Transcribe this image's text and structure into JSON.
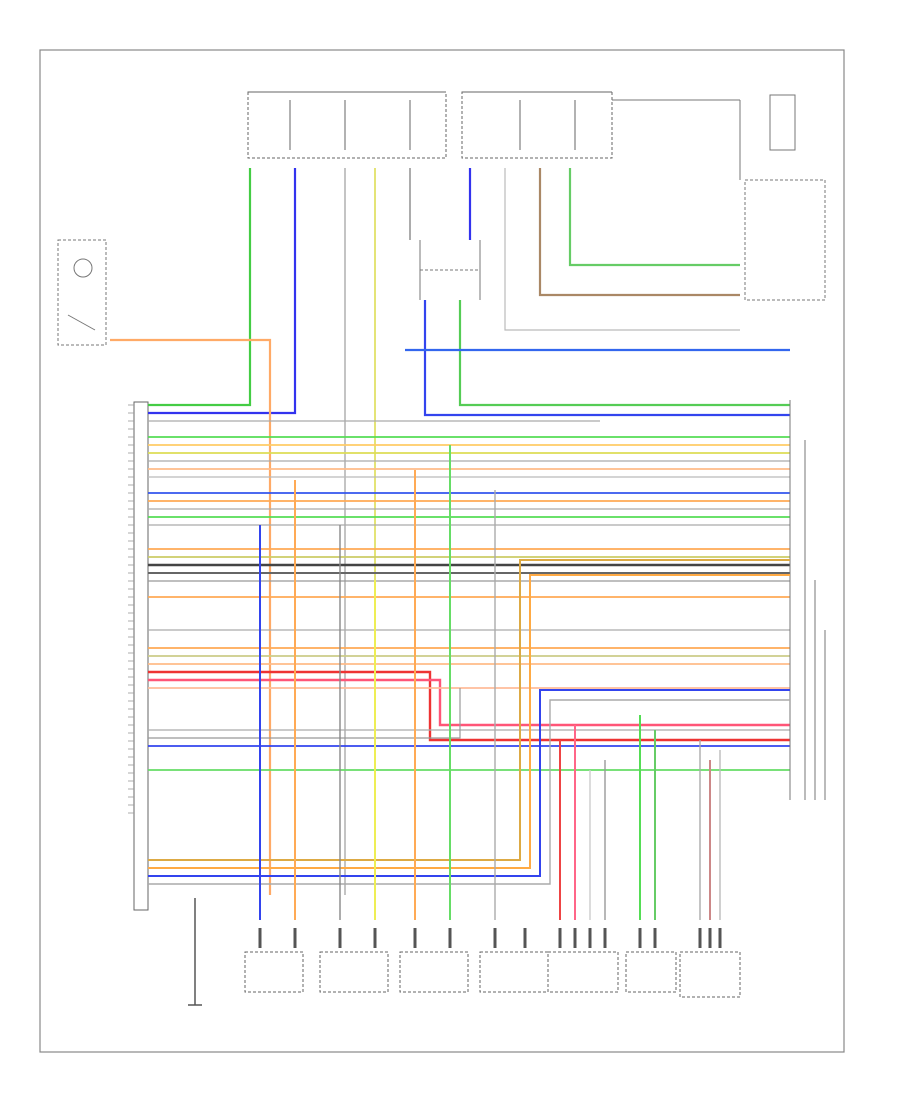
{
  "footer_code": "",
  "ecu_pins": [
    "",
    "",
    "",
    "",
    "",
    "",
    "",
    "",
    "",
    "",
    "",
    "",
    "",
    "",
    "",
    "",
    "",
    "",
    "",
    "",
    "",
    "",
    "",
    "",
    "",
    "",
    "",
    "",
    "",
    "",
    "",
    "",
    "",
    "",
    "",
    "",
    "",
    "",
    "",
    "",
    "",
    "",
    "",
    "",
    "",
    "",
    "",
    "",
    "",
    "",
    "",
    ""
  ],
  "wires": [
    {
      "name": "wire-green-top",
      "color": "#44cc44"
    },
    {
      "name": "wire-blue-top",
      "color": "#3333ee"
    },
    {
      "name": "wire-gray-1",
      "color": "#aaaaaa"
    },
    {
      "name": "wire-green-2",
      "color": "#66dd66"
    },
    {
      "name": "wire-yellow-1",
      "color": "#eeee55"
    },
    {
      "name": "wire-orange-1",
      "color": "#ffaa55"
    },
    {
      "name": "wire-orange-2",
      "color": "#ffbb77"
    },
    {
      "name": "wire-blue-2",
      "color": "#3355ee"
    },
    {
      "name": "wire-green-3",
      "color": "#55dd55"
    },
    {
      "name": "wire-dark-1",
      "color": "#444444"
    },
    {
      "name": "wire-brown-1",
      "color": "#cc9966"
    },
    {
      "name": "wire-red-1",
      "color": "#ee3333"
    },
    {
      "name": "wire-pink-1",
      "color": "#ff5577"
    },
    {
      "name": "wire-tan-1",
      "color": "#ddaa44"
    },
    {
      "name": "wire-blue-3",
      "color": "#2244dd"
    },
    {
      "name": "wire-green-4",
      "color": "#44cc66"
    },
    {
      "name": "wire-gray-2",
      "color": "#999999"
    },
    {
      "name": "wire-gray-3",
      "color": "#bbbbbb"
    }
  ]
}
